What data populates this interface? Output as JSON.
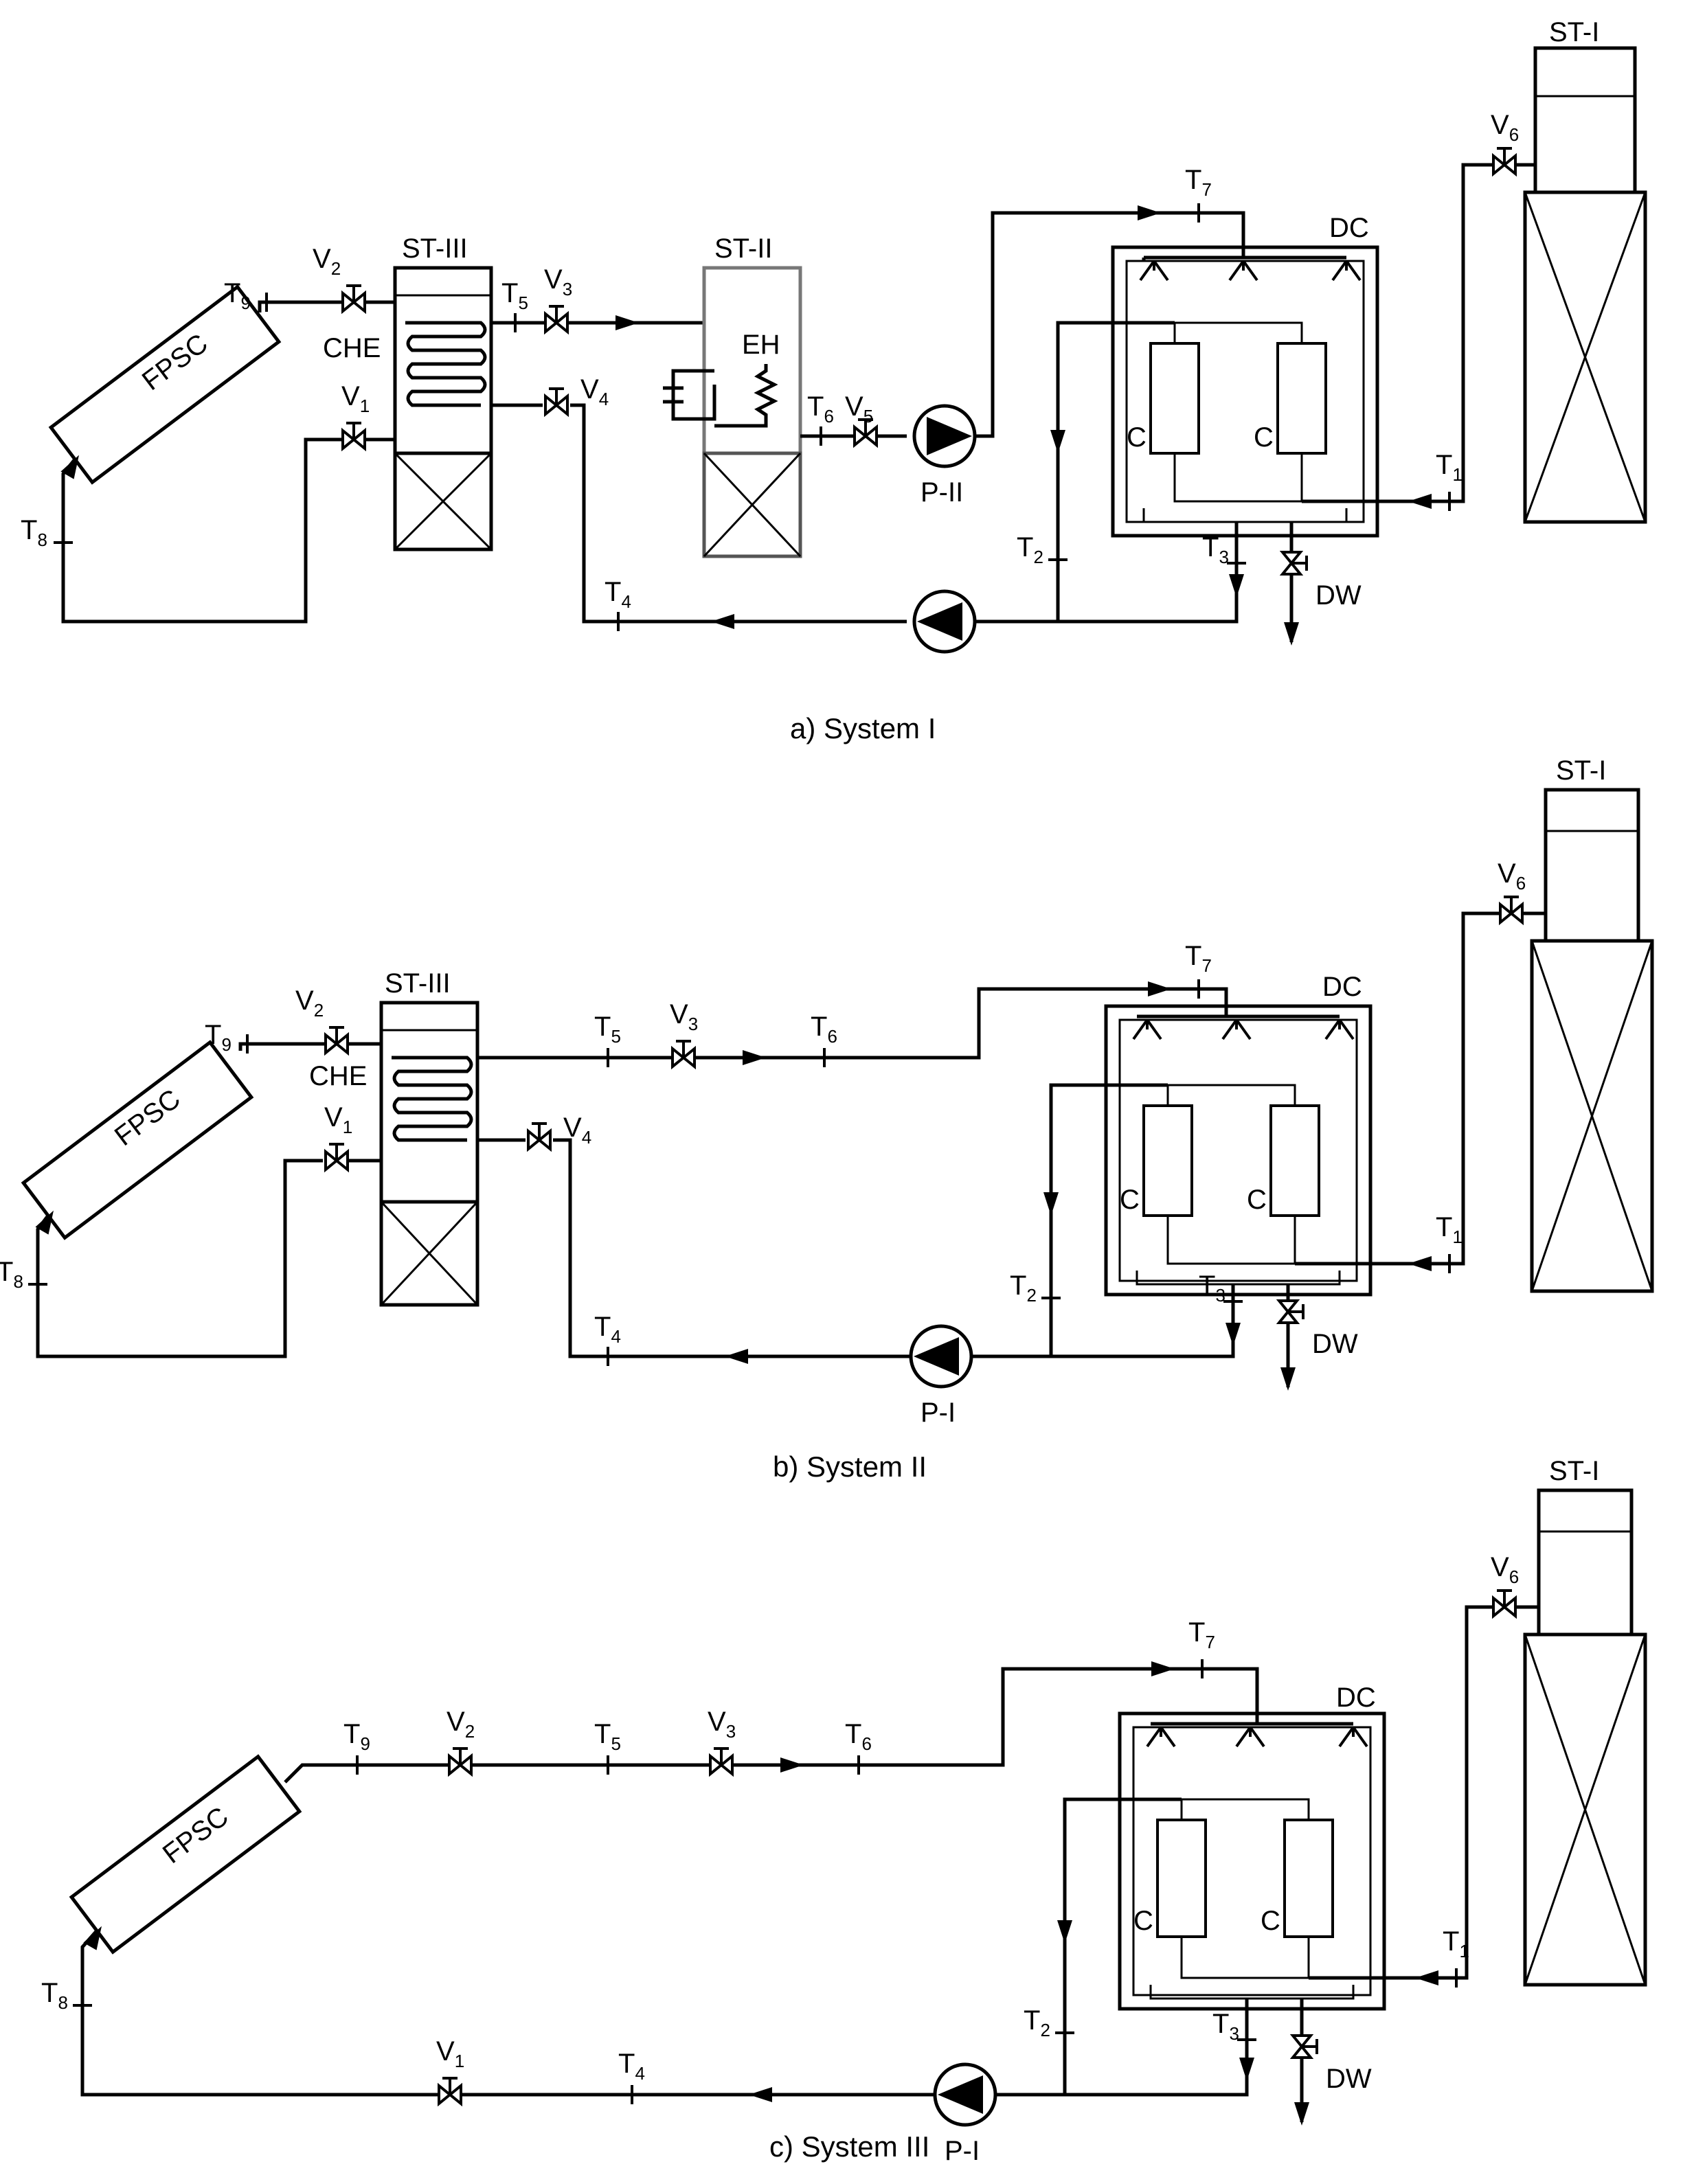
{
  "components": {
    "collector": "FPSC",
    "storage_tank_main": "ST-I",
    "storage_tank_che": "ST-III",
    "storage_tank_eh": "ST-II",
    "coil_heat_exchanger": "CHE",
    "electric_heater": "EH",
    "desalination_chamber": "DC",
    "condenser": "C",
    "distilled_water": "DW",
    "pump_a": "P-II",
    "pump_b": "P-I"
  },
  "sensors": {
    "t1": {
      "base": "T",
      "sub": "1"
    },
    "t2": {
      "base": "T",
      "sub": "2"
    },
    "t3": {
      "base": "T",
      "sub": "3"
    },
    "t4": {
      "base": "T",
      "sub": "4"
    },
    "t5": {
      "base": "T",
      "sub": "5"
    },
    "t6": {
      "base": "T",
      "sub": "6"
    },
    "t7": {
      "base": "T",
      "sub": "7"
    },
    "t8": {
      "base": "T",
      "sub": "8"
    },
    "t9": {
      "base": "T",
      "sub": "9"
    }
  },
  "valves": {
    "v1": {
      "base": "V",
      "sub": "1"
    },
    "v2": {
      "base": "V",
      "sub": "2"
    },
    "v3": {
      "base": "V",
      "sub": "3"
    },
    "v4": {
      "base": "V",
      "sub": "4"
    },
    "v5": {
      "base": "V",
      "sub": "5"
    },
    "v6": {
      "base": "V",
      "sub": "6"
    }
  },
  "captions": {
    "a": "a) System I",
    "b": "b) System II",
    "c": "c) System III"
  },
  "style": {
    "line_color": "#000000",
    "background": "#ffffff"
  }
}
